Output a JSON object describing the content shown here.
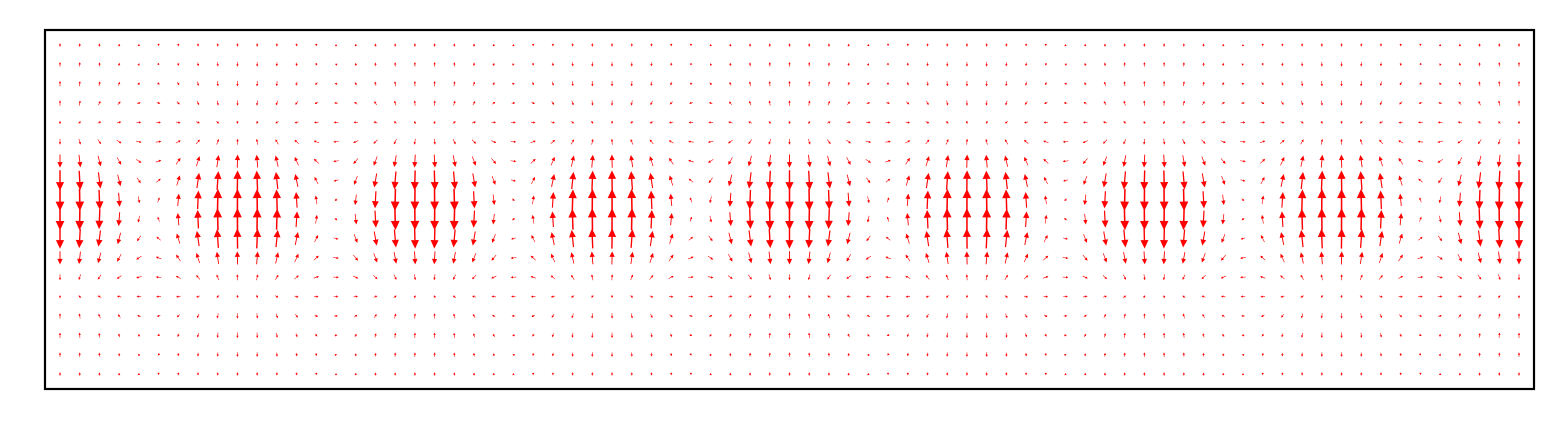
{
  "chart_data": {
    "type": "quiver",
    "title": "",
    "xlabel": "",
    "ylabel": "",
    "grid": false,
    "legend": "none",
    "ticks_visible": false,
    "field": {
      "cols": 75,
      "rows": 18,
      "vortex_count": 8,
      "vortex_rotation": "alternating",
      "vortex_vertical_extent": [
        0.25,
        0.75
      ]
    },
    "arrow_color": "#ff0000",
    "frame_color": "#000000",
    "background": "#ffffff"
  }
}
